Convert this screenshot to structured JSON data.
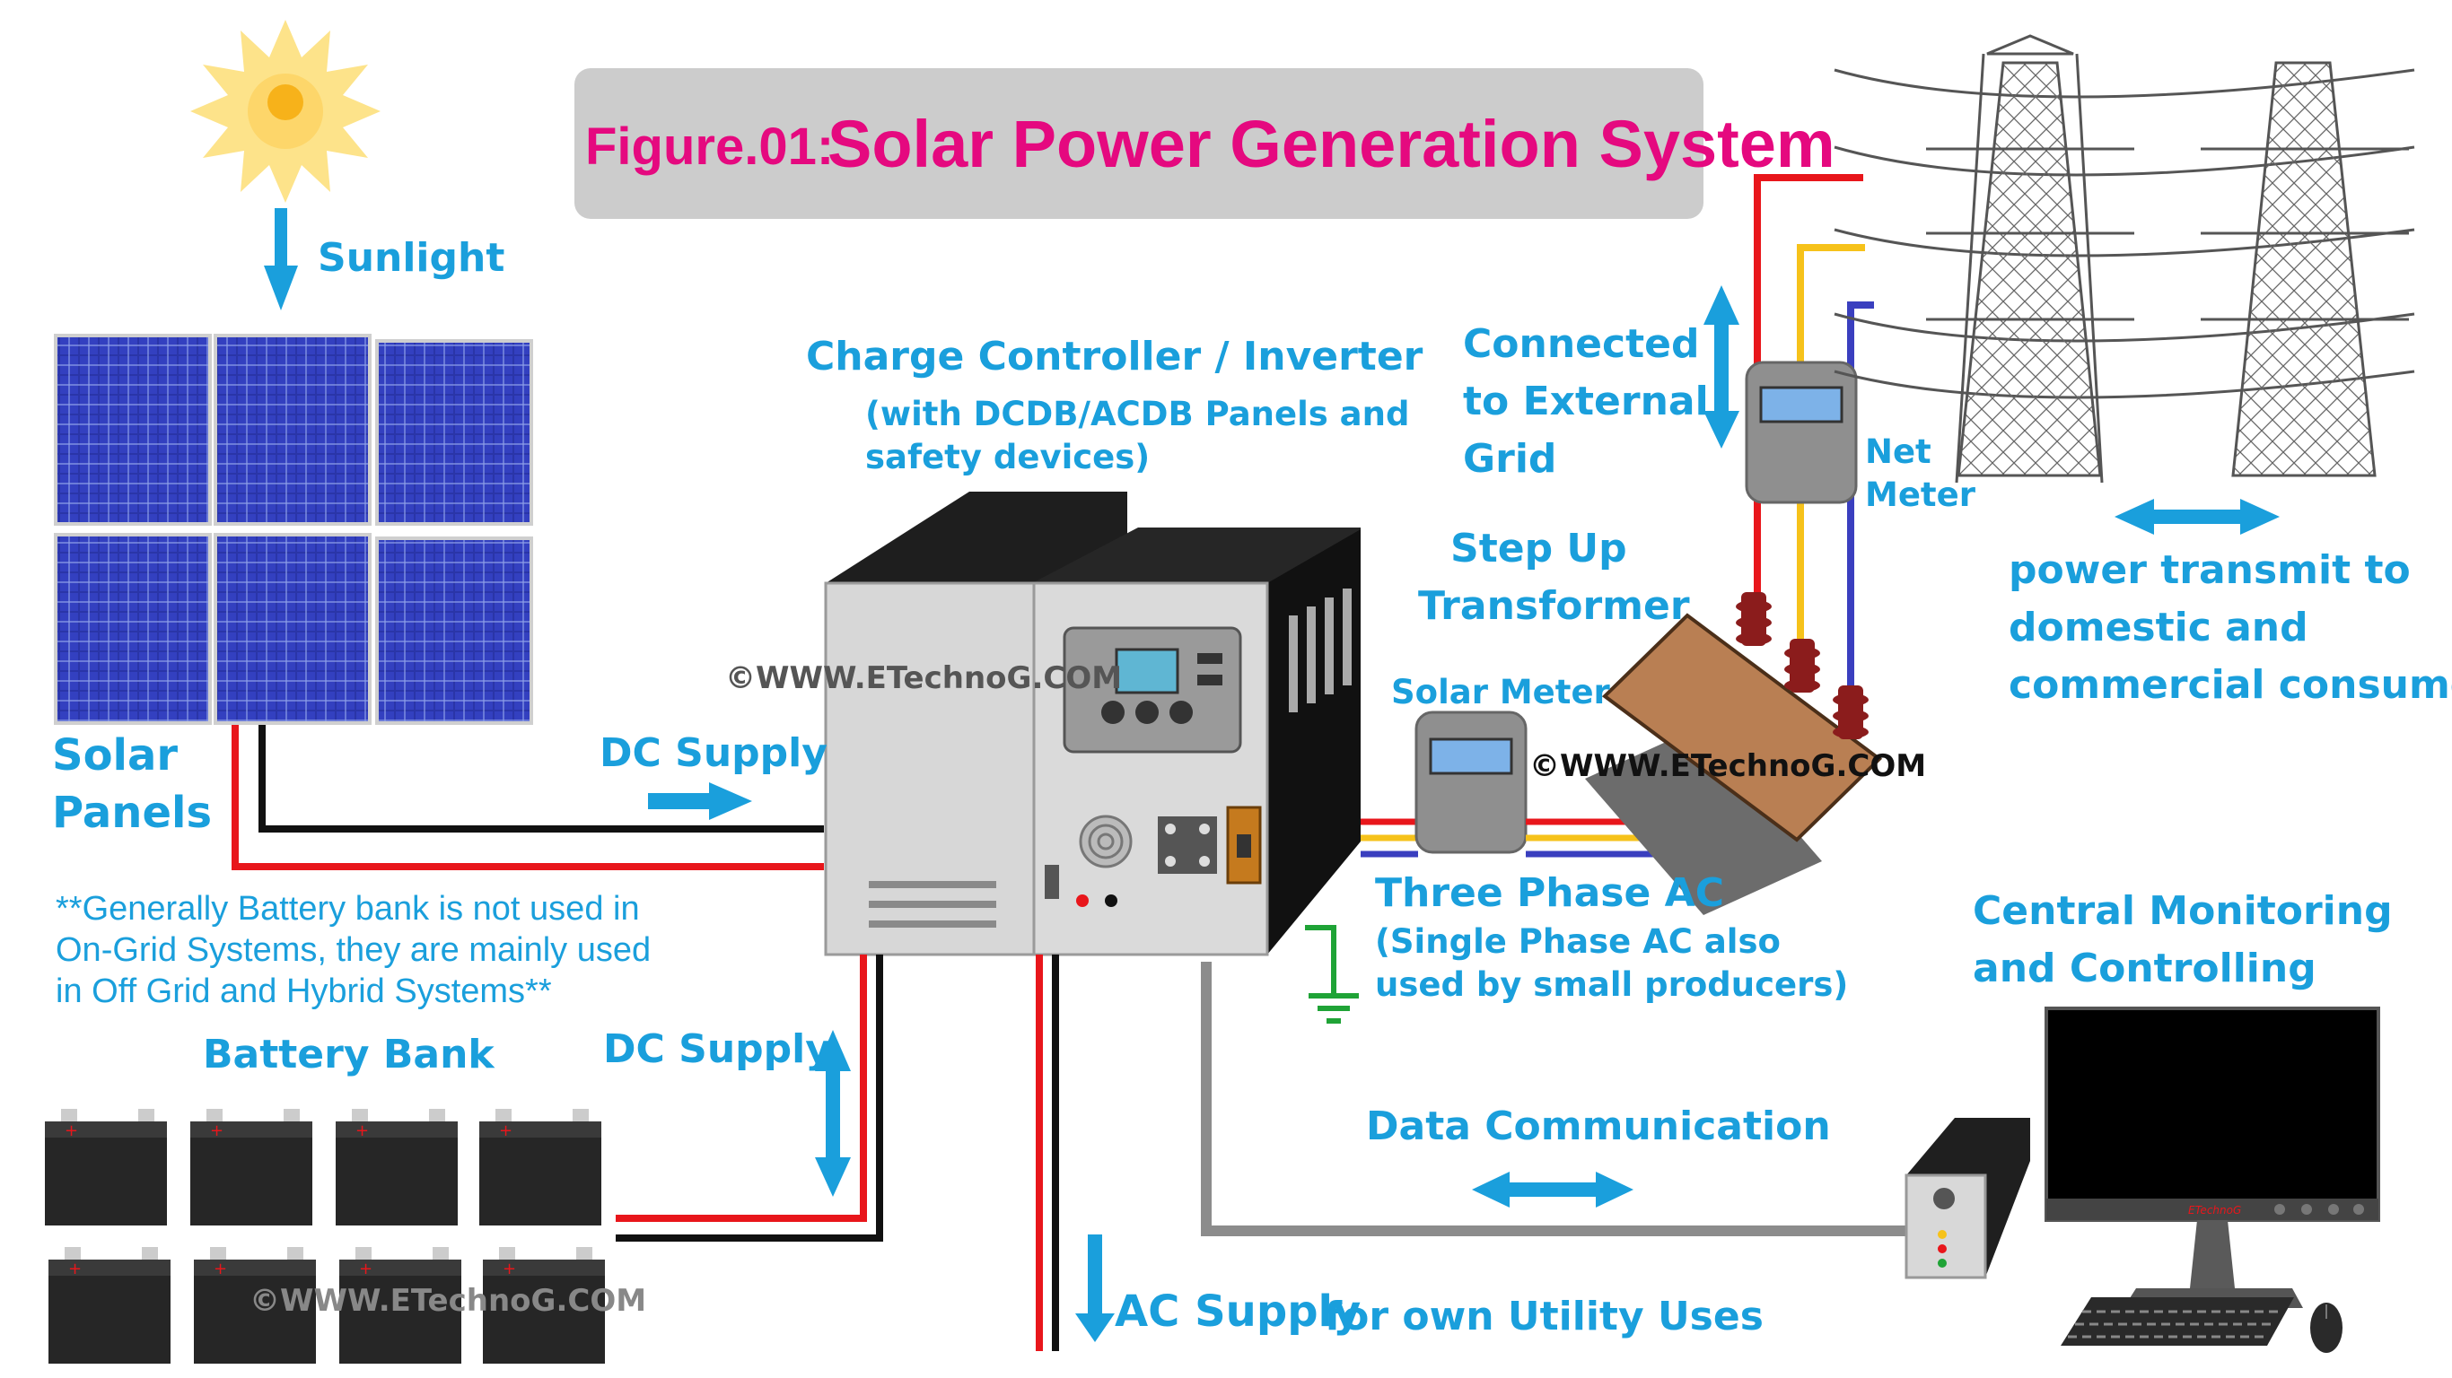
{
  "title": {
    "prefix": "Figure.01:",
    "main": "Solar Power Generation System"
  },
  "labels": {
    "sunlight": "Sunlight",
    "solar_panels_line1": "Solar",
    "solar_panels_line2": "Panels",
    "dc_supply_top": "DC Supply",
    "dc_supply_battery": "DC Supply",
    "battery_bank": "Battery Bank",
    "charge_controller": "Charge Controller / Inverter",
    "charge_controller_note_line1": "(with DCDB/ACDB Panels and",
    "charge_controller_note_line2": "safety devices)",
    "connected_grid_line1": "Connected",
    "connected_grid_line2": "to External",
    "connected_grid_line3": "Grid",
    "net_meter_line1": "Net",
    "net_meter_line2": "Meter",
    "step_up_line1": "Step Up",
    "step_up_line2": "Transformer",
    "solar_meter": "Solar Meter",
    "three_phase": "Three Phase AC",
    "three_phase_note_line1": "(Single Phase AC also",
    "three_phase_note_line2": "used by small producers)",
    "power_transmit_line1": "power transmit to",
    "power_transmit_line2": "domestic and",
    "power_transmit_line3": "commercial consumer",
    "central_monitoring_line1": "Central Monitoring",
    "central_monitoring_line2": "and Controlling",
    "data_communication": "Data Communication",
    "ac_supply": "AC Supply",
    "ac_supply_suffix": "for own Utility Uses",
    "battery_note_line1": "**Generally Battery bank is not used in",
    "battery_note_line2": "On-Grid Systems, they are mainly used",
    "battery_note_line3": "in Off Grid and Hybrid Systems**"
  },
  "watermarks": {
    "center": "©WWW.ETechnoG.COM",
    "transformer": "©WWW.ETechnoG.COM",
    "battery": "©WWW.ETechnoG.COM"
  },
  "monitor_brand": "ETechnoG",
  "colors": {
    "label": "#1a9fdc",
    "title": "#e5097f",
    "wire_red": "#e8161b",
    "wire_black": "#111111",
    "wire_yellow": "#f6c21a",
    "wire_blue": "#3a3fbf",
    "wire_gray": "#8c8c8c",
    "ground": "#1fa336"
  }
}
